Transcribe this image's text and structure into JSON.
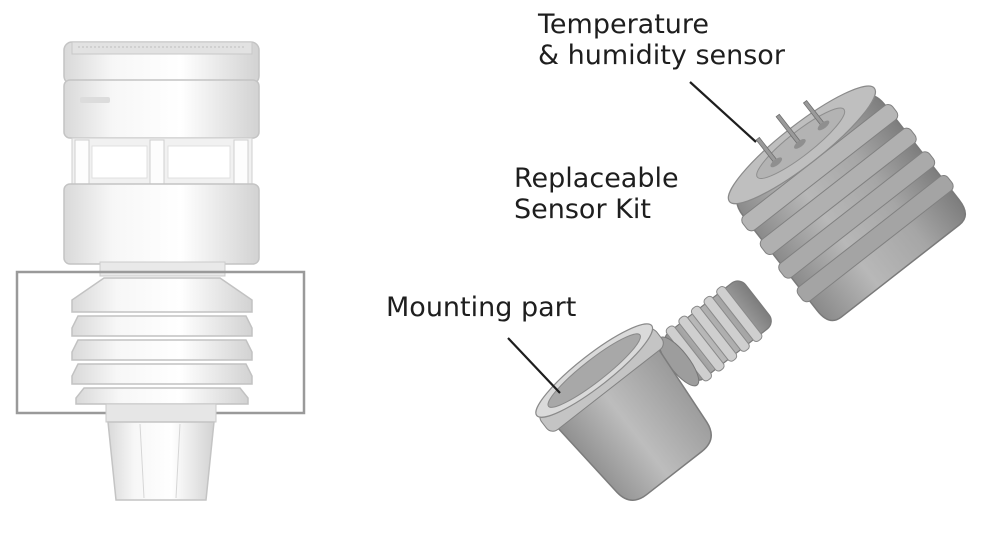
{
  "labels": {
    "temperature_line1": "Temperature",
    "temperature_line2": "& humidity sensor",
    "sensor_kit_line1": "Replaceable",
    "sensor_kit_line2": "Sensor Kit",
    "mounting_part": "Mounting part"
  },
  "colors": {
    "station_body": "#f4f4f4",
    "station_outline": "#b9b9b9",
    "highlight_box": "#9a9a9a",
    "sensor_grey": "#a9a9a9",
    "sensor_dark": "#8c8c8c",
    "leader_line": "#1e1e1e"
  }
}
